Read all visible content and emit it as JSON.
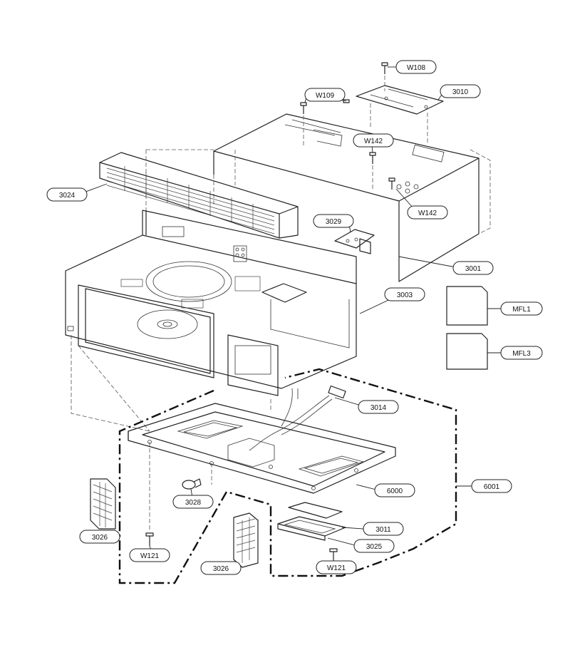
{
  "diagram": {
    "labels": {
      "w108": "W108",
      "w109": "W109",
      "p3010": "3010",
      "w142a": "W142",
      "w142b": "W142",
      "p3024": "3024",
      "p3029": "3029",
      "p3001": "3001",
      "p3003": "3003",
      "mfl1": "MFL1",
      "mfl3": "MFL3",
      "p3014": "3014",
      "p6000": "6000",
      "p6001": "6001",
      "p3028": "3028",
      "p3026a": "3026",
      "p3011": "3011",
      "p3025": "3025",
      "w121a": "W121",
      "w121b": "W121",
      "p3026b": "3026"
    }
  }
}
